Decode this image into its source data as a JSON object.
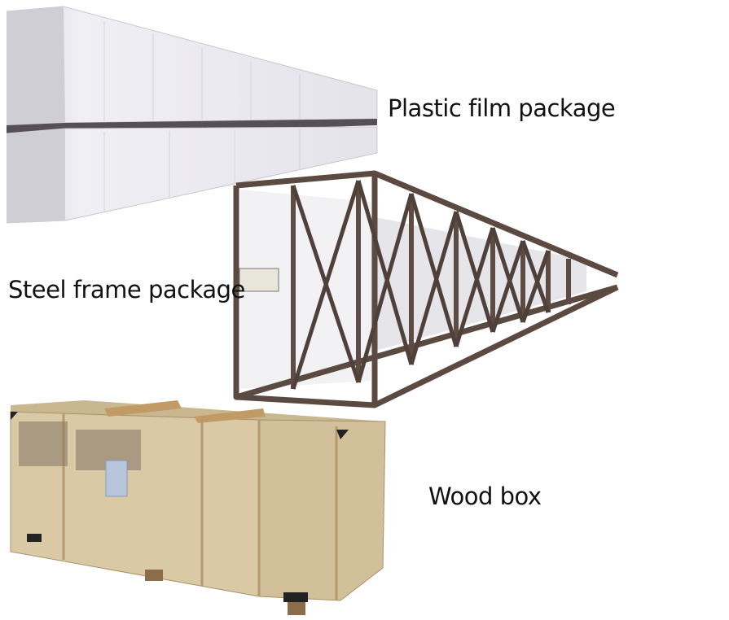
{
  "captions": {
    "plastic": "Plastic film package",
    "steel": "Steel frame package",
    "wood": "Wood box"
  },
  "colors": {
    "film": "#ecebf0",
    "film_shadow": "#bdbcc4",
    "steel": "#5b4a42",
    "wood": "#d9c9a5",
    "wood_dark": "#b59d71"
  }
}
